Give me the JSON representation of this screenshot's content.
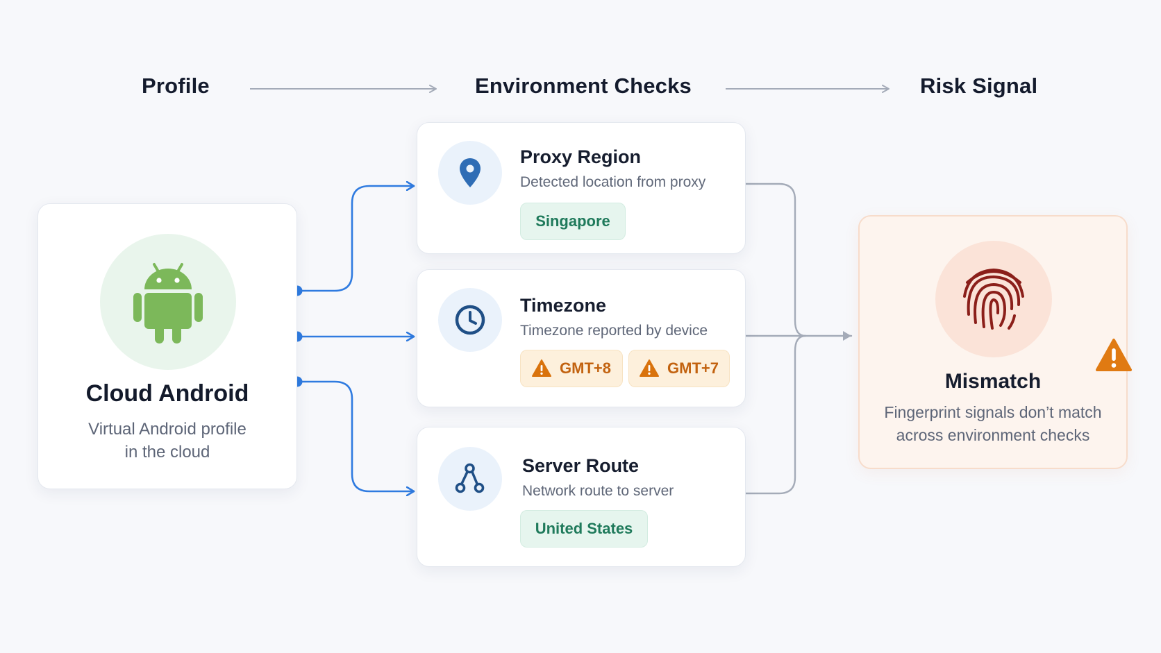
{
  "columns": {
    "profile": "Profile",
    "checks": "Environment Checks",
    "risk": "Risk Signal"
  },
  "profile_card": {
    "icon": "android-icon",
    "title": "Cloud Android",
    "subtitle_line1": "Virtual Android profile",
    "subtitle_line2": "in the cloud"
  },
  "checks": [
    {
      "icon": "location-pin-icon",
      "title": "Proxy Region",
      "subtitle": "Detected location from proxy",
      "values": [
        {
          "text": "Singapore",
          "status": "ok"
        }
      ]
    },
    {
      "icon": "clock-icon",
      "title": "Timezone",
      "subtitle": "Timezone reported by device",
      "values": [
        {
          "text": "GMT+8",
          "status": "warning"
        },
        {
          "text": "GMT+7",
          "status": "warning"
        }
      ]
    },
    {
      "icon": "route-icon",
      "title": "Server Route",
      "subtitle": "Network route to server",
      "values": [
        {
          "text": "United States",
          "status": "ok"
        }
      ]
    }
  ],
  "risk_card": {
    "icon": "fingerprint-icon",
    "badge_icon": "warning-icon",
    "title": "Mismatch",
    "subtitle_line1": "Fingerprint signals don’t match",
    "subtitle_line2": "across environment checks"
  },
  "colors": {
    "connector_blue": "#2f7be0",
    "connector_gray": "#a4abb8",
    "ok_text": "#1f7a5b",
    "warning_text": "#c2620f",
    "android_green": "#7cb85a",
    "icon_blue": "#2f6db5",
    "fingerprint_red": "#8b1f1a",
    "badge_orange": "#e07a12"
  }
}
